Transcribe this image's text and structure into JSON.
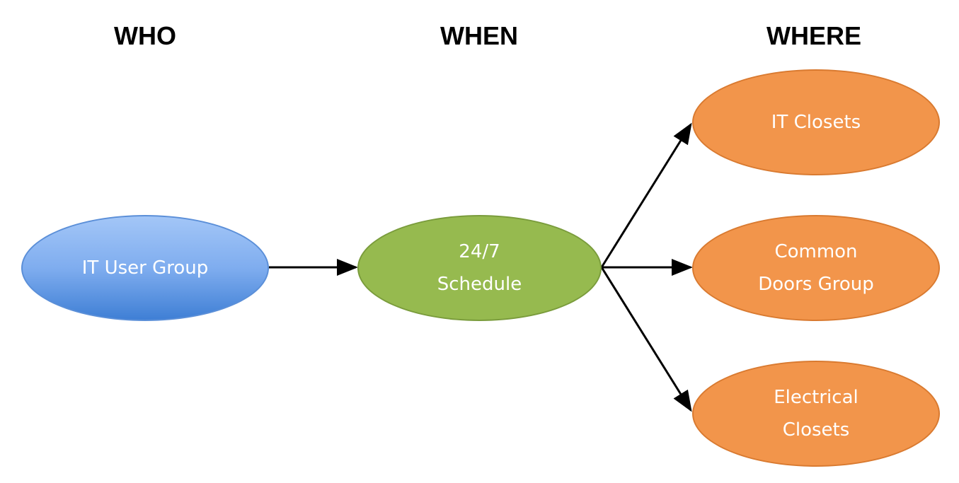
{
  "headings": {
    "who": "WHO",
    "when": "WHEN",
    "where": "WHERE"
  },
  "nodes": {
    "who": {
      "label": "IT User Group"
    },
    "when": {
      "line1": "24/7",
      "line2": "Schedule"
    },
    "where": [
      {
        "line1": "IT Closets",
        "line2": ""
      },
      {
        "line1": "Common",
        "line2": "Doors Group"
      },
      {
        "line1": "Electrical",
        "line2": "Closets"
      }
    ]
  },
  "colors": {
    "who": "#7fadef",
    "when": "#96ba4f",
    "where": "#f2954b",
    "arrow": "#000000"
  }
}
